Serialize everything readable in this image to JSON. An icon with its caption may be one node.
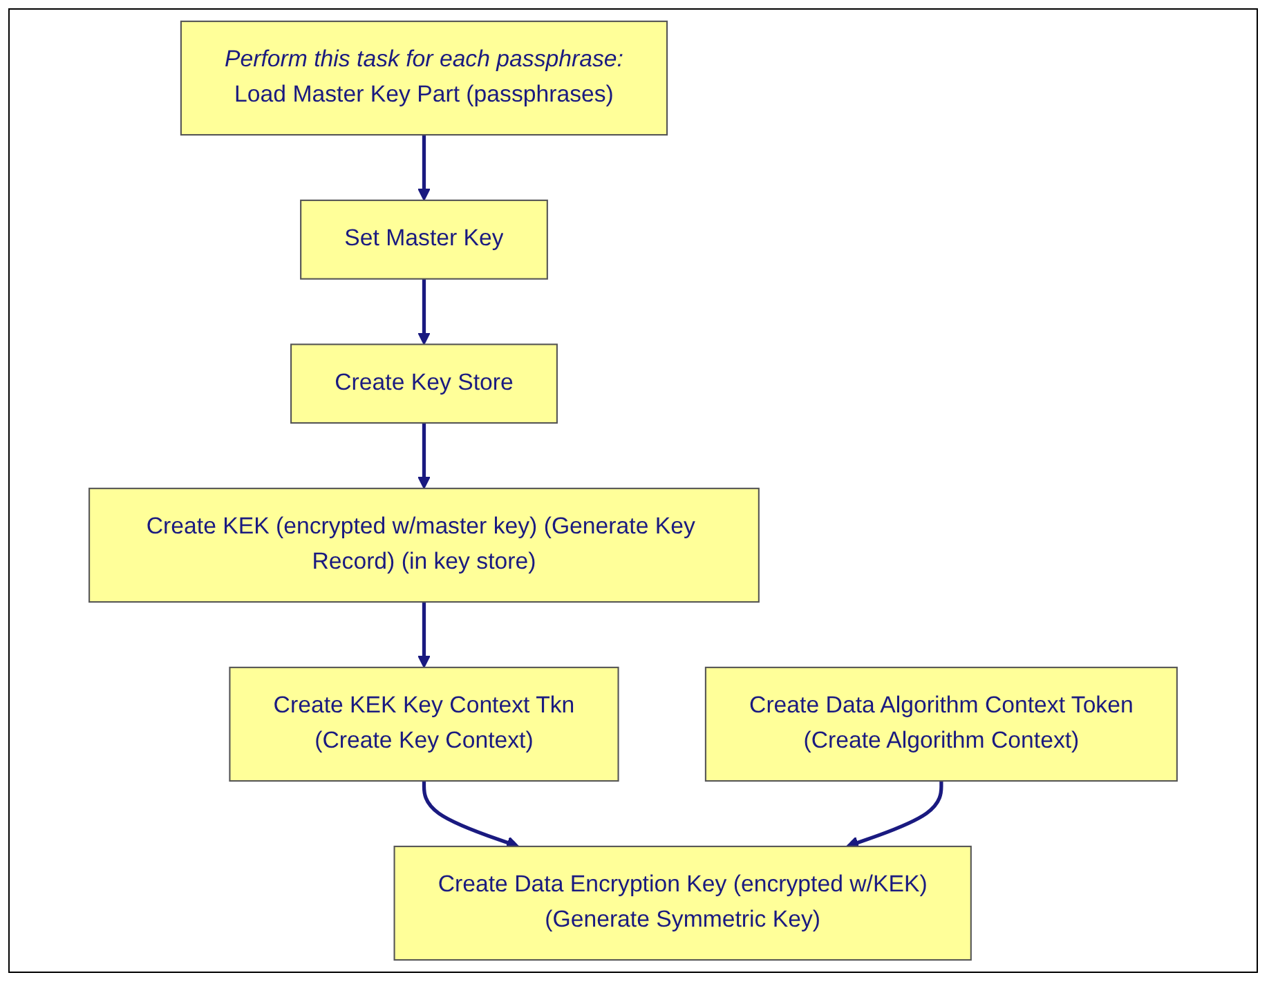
{
  "diagram": {
    "nodes": [
      {
        "text": [
          "Perform this task for each passphrase:",
          "Load Master Key Part (passphrases)"
        ]
      },
      {
        "text": [
          "Set Master Key"
        ]
      },
      {
        "text": [
          "Create Key Store"
        ]
      },
      {
        "text": [
          "Create KEK (encrypted w/master key) (Generate Key Record) (in key store)"
        ]
      },
      {
        "text": [
          "Create KEK Key Context Tkn",
          "(Create Key Context)"
        ]
      },
      {
        "text": [
          "Create Data Algorithm Context Token",
          "(Create Algorithm Context)"
        ]
      },
      {
        "text": [
          "Create Data Encryption Key (encrypted w/KEK)",
          "(Generate Symmetric Key)"
        ]
      }
    ],
    "edges": [
      {
        "from": 0,
        "to": 1,
        "arrow": "to"
      },
      {
        "from": 1,
        "to": 2,
        "arrow": "to"
      },
      {
        "from": 2,
        "to": 3,
        "arrow": "to"
      },
      {
        "from": 3,
        "to": 4,
        "arrow": "to"
      },
      {
        "from": 4,
        "to": 6,
        "arrow": "to"
      },
      {
        "from": 5,
        "to": 6,
        "arrow": "to"
      }
    ]
  }
}
